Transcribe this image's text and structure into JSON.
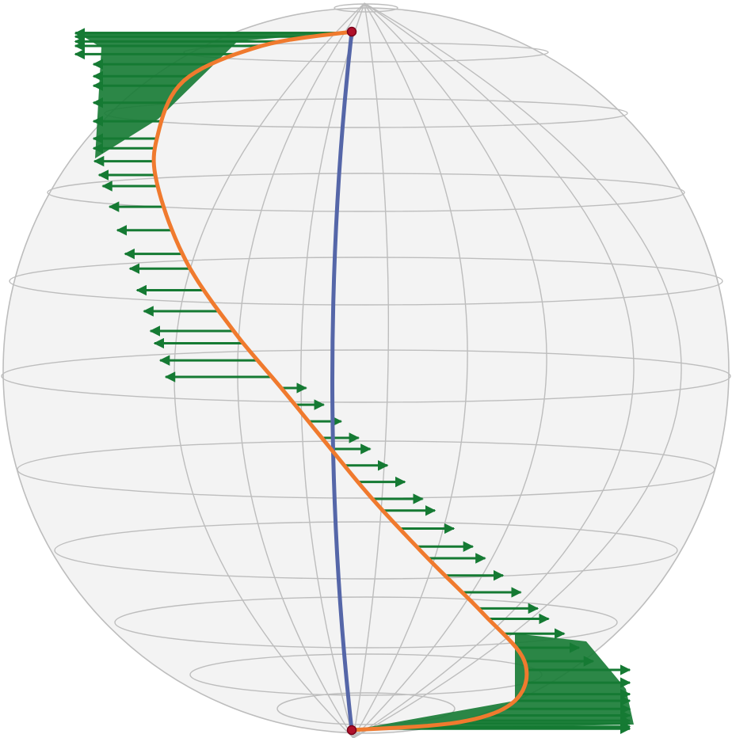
{
  "figure": {
    "colors": {
      "background": "#ffffff",
      "sphere_fill": "#f3f3f3",
      "grid": "#bdbdbd",
      "geodesic": "#5566a8",
      "curve": "#f07a2e",
      "vectors": "#157a33",
      "endpoints": "#b0102a"
    },
    "elements": [
      "sphere",
      "latitude-grid",
      "longitude-grid",
      "geodesic-path",
      "twisted-curve",
      "tangent-vector-field",
      "start-point",
      "end-point"
    ]
  }
}
